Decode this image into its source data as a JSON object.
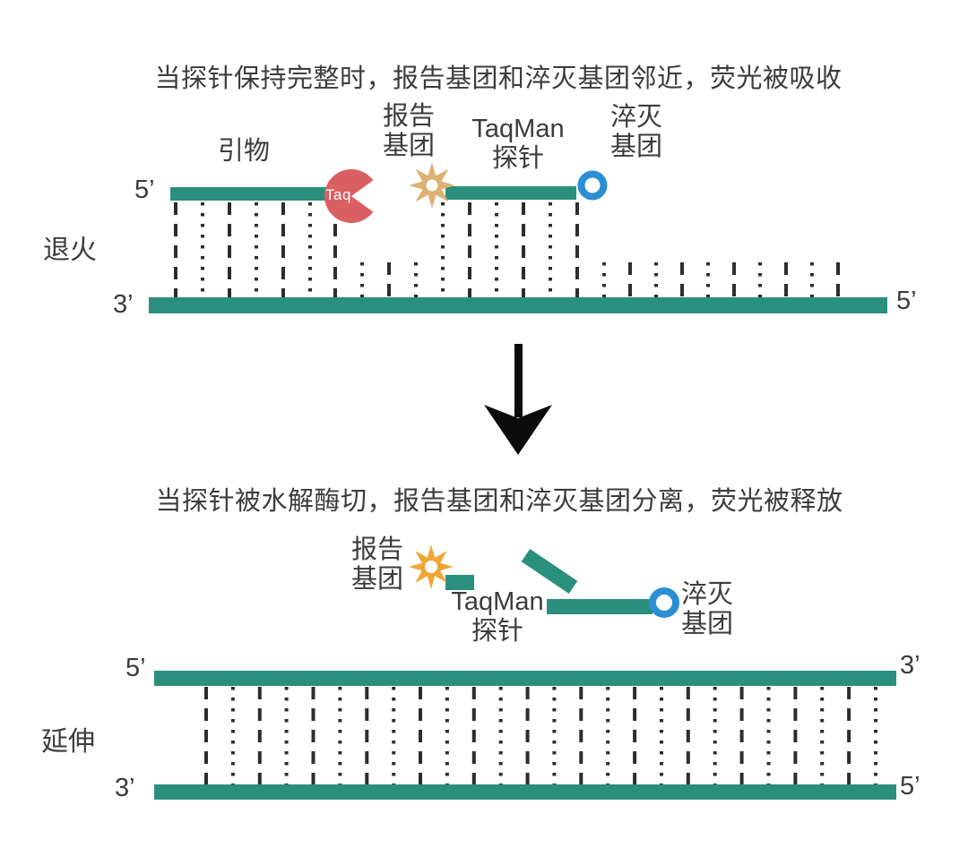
{
  "colors": {
    "teal": "#2a8f7d",
    "red": "#da5f62",
    "gold_muted": "#ddb173",
    "orange": "#efa637",
    "blue": "#2d8fd3",
    "rung": "#2d2d2d",
    "arrow": "#0b0b0b",
    "text": "#3c3c3c"
  },
  "icons": {
    "reporter_top": "starburst-icon",
    "reporter_bottom": "starburst-icon",
    "quencher_top": "ring-icon",
    "quencher_bottom": "ring-icon",
    "polymerase": "pacman-icon",
    "transition": "down-arrow-icon"
  },
  "panel_top": {
    "title": "当探针保持完整时，报告基团和淬灭基团邻近，荧光被吸收",
    "step_label": "退火",
    "primer_label": "引物",
    "reporter_label": "报告\n基团",
    "probe_label": "TaqMan\n探针",
    "quencher_label": "淬灭\n基团",
    "enzyme_label": "Taq",
    "ends": {
      "top_left": "5’",
      "bottom_left": "3’",
      "bottom_right": "5’"
    }
  },
  "panel_bottom": {
    "title": "当探针被水解酶切，报告基团和淬灭基团分离，荧光被释放",
    "step_label": "延伸",
    "reporter_label": "报告\n基团",
    "probe_label": "TaqMan\n探针",
    "quencher_label": "淬灭\n基团",
    "ends": {
      "top_left": "5’",
      "top_right": "3’",
      "bottom_left": "3’",
      "bottom_right": "5’"
    }
  }
}
